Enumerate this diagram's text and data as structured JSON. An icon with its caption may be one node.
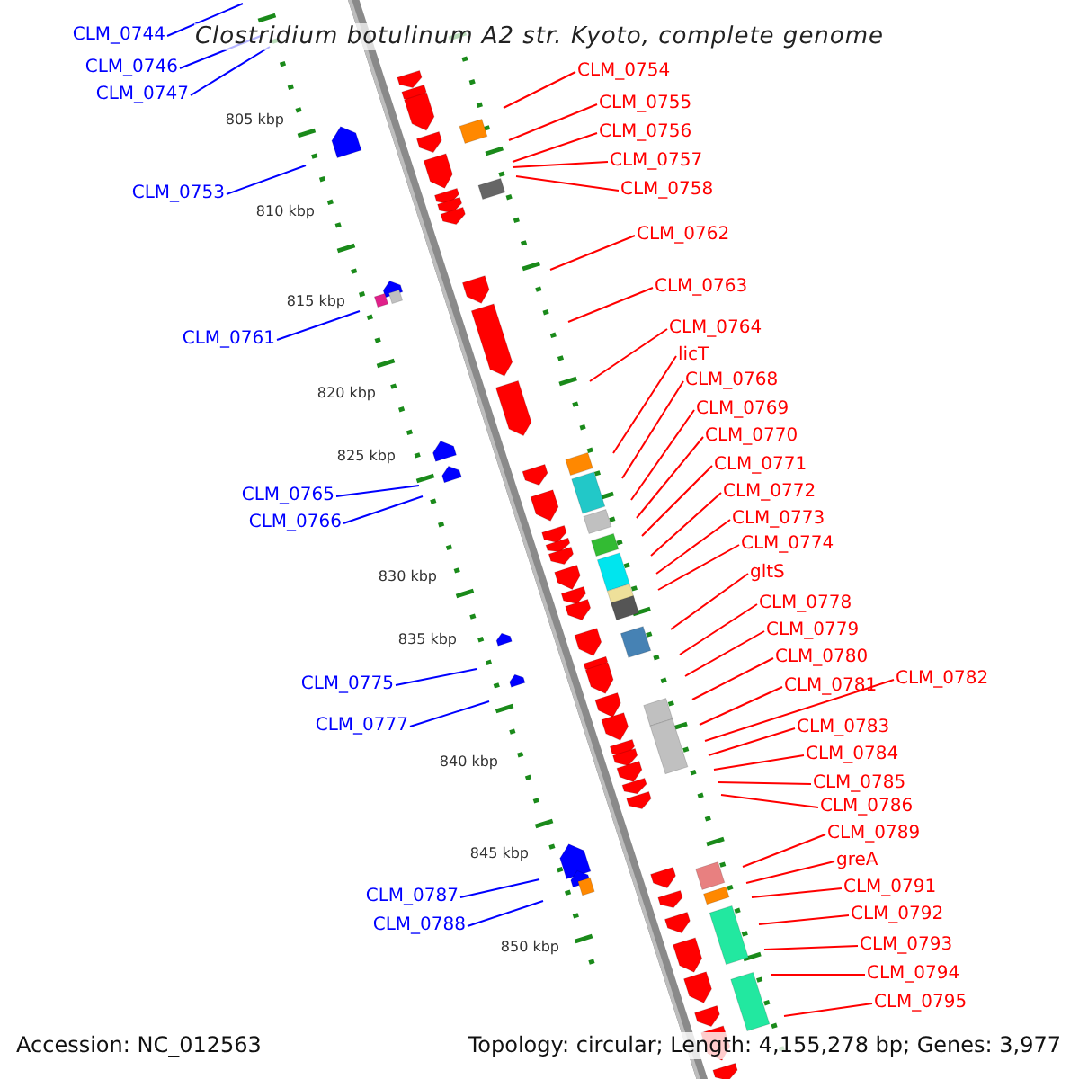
{
  "diagram": {
    "title": "Clostridium botulinum A2 str. Kyoto, complete genome",
    "nodes": [
      {
        "text": [
          "CLM_0744"
        ]
      },
      {
        "text": [
          "CLM_0746"
        ]
      },
      {
        "text": [
          "CLM_0747"
        ]
      },
      {
        "text": [
          "CLM_0753"
        ]
      },
      {
        "text": [
          "CLM_0761"
        ]
      },
      {
        "text": [
          "CLM_0765"
        ]
      },
      {
        "text": [
          "CLM_0766"
        ]
      },
      {
        "text": [
          "CLM_0775"
        ]
      },
      {
        "text": [
          "CLM_0777"
        ]
      },
      {
        "text": [
          "CLM_0787"
        ]
      },
      {
        "text": [
          "CLM_0788"
        ]
      },
      {
        "text": [
          "CLM_0754"
        ]
      },
      {
        "text": [
          "CLM_0755"
        ]
      },
      {
        "text": [
          "CLM_0756"
        ]
      },
      {
        "text": [
          "CLM_0757"
        ]
      },
      {
        "text": [
          "CLM_0758"
        ]
      },
      {
        "text": [
          "CLM_0762"
        ]
      },
      {
        "text": [
          "CLM_0763"
        ]
      },
      {
        "text": [
          "CLM_0764"
        ]
      },
      {
        "text": [
          "licT"
        ]
      },
      {
        "text": [
          "CLM_0768"
        ]
      },
      {
        "text": [
          "CLM_0769"
        ]
      },
      {
        "text": [
          "CLM_0770"
        ]
      },
      {
        "text": [
          "CLM_0771"
        ]
      },
      {
        "text": [
          "CLM_0772"
        ]
      },
      {
        "text": [
          "CLM_0773"
        ]
      },
      {
        "text": [
          "CLM_0774"
        ]
      },
      {
        "text": [
          "gltS"
        ]
      },
      {
        "text": [
          "CLM_0778"
        ]
      },
      {
        "text": [
          "CLM_0779"
        ]
      },
      {
        "text": [
          "CLM_0780"
        ]
      },
      {
        "text": [
          "CLM_0781"
        ]
      },
      {
        "text": [
          "CLM_0782"
        ]
      },
      {
        "text": [
          "CLM_0783"
        ]
      },
      {
        "text": [
          "CLM_0784"
        ]
      },
      {
        "text": [
          "CLM_0785"
        ]
      },
      {
        "text": [
          "CLM_0786"
        ]
      },
      {
        "text": [
          "CLM_0789"
        ]
      },
      {
        "text": [
          "greA"
        ]
      },
      {
        "text": [
          "CLM_0791"
        ]
      },
      {
        "text": [
          "CLM_0792"
        ]
      },
      {
        "text": [
          "CLM_0793"
        ]
      },
      {
        "text": [
          "CLM_0794"
        ]
      },
      {
        "text": [
          "CLM_0795"
        ]
      }
    ],
    "edges": [
      {
        "from": 0,
        "to": null,
        "arrow": "none",
        "color": "#0000ff"
      },
      {
        "from": 1,
        "to": null,
        "arrow": "none",
        "color": "#0000ff"
      },
      {
        "from": 2,
        "to": null,
        "arrow": "none",
        "color": "#0000ff"
      },
      {
        "from": 3,
        "to": null,
        "arrow": "none",
        "color": "#0000ff"
      },
      {
        "from": 4,
        "to": null,
        "arrow": "none",
        "color": "#0000ff"
      },
      {
        "from": 5,
        "to": null,
        "arrow": "none",
        "color": "#0000ff"
      },
      {
        "from": 6,
        "to": null,
        "arrow": "none",
        "color": "#0000ff"
      },
      {
        "from": 7,
        "to": null,
        "arrow": "none",
        "color": "#0000ff"
      },
      {
        "from": 8,
        "to": null,
        "arrow": "none",
        "color": "#0000ff"
      },
      {
        "from": 9,
        "to": null,
        "arrow": "none",
        "color": "#0000ff"
      },
      {
        "from": 10,
        "to": null,
        "arrow": "none",
        "color": "#0000ff"
      },
      {
        "from": 11,
        "to": null,
        "arrow": "none"
      },
      {
        "from": 12,
        "to": null,
        "arrow": "none"
      },
      {
        "from": 13,
        "to": null,
        "arrow": "none"
      },
      {
        "from": 14,
        "to": null,
        "arrow": "none"
      },
      {
        "from": 15,
        "to": null,
        "arrow": "none"
      },
      {
        "from": 16,
        "to": null,
        "arrow": "none"
      },
      {
        "from": 17,
        "to": null,
        "arrow": "none"
      },
      {
        "from": 18,
        "to": null,
        "arrow": "none"
      },
      {
        "from": 19,
        "to": null,
        "arrow": "none"
      },
      {
        "from": 20,
        "to": null,
        "arrow": "none"
      },
      {
        "from": 21,
        "to": null,
        "arrow": "none"
      },
      {
        "from": 22,
        "to": null,
        "arrow": "none"
      },
      {
        "from": 23,
        "to": null,
        "arrow": "none"
      },
      {
        "from": 24,
        "to": null,
        "arrow": "none"
      },
      {
        "from": 25,
        "to": null,
        "arrow": "none"
      },
      {
        "from": 26,
        "to": null,
        "arrow": "none"
      },
      {
        "from": 27,
        "to": null,
        "arrow": "none"
      },
      {
        "from": 28,
        "to": null,
        "arrow": "none"
      },
      {
        "from": 29,
        "to": null,
        "arrow": "none"
      },
      {
        "from": 30,
        "to": null,
        "arrow": "none"
      },
      {
        "from": 31,
        "to": null,
        "arrow": "none"
      },
      {
        "from": 32,
        "to": null,
        "arrow": "none"
      },
      {
        "from": 33,
        "to": null,
        "arrow": "none"
      },
      {
        "from": 34,
        "to": null,
        "arrow": "none"
      },
      {
        "from": 35,
        "to": null,
        "arrow": "none"
      },
      {
        "from": 36,
        "to": null,
        "arrow": "none"
      },
      {
        "from": 37,
        "to": null,
        "arrow": "none"
      },
      {
        "from": 38,
        "to": null,
        "arrow": "none"
      },
      {
        "from": 39,
        "to": null,
        "arrow": "none"
      },
      {
        "from": 40,
        "to": null,
        "arrow": "none"
      },
      {
        "from": 41,
        "to": null,
        "arrow": "none"
      },
      {
        "from": 42,
        "to": null,
        "arrow": "none"
      },
      {
        "from": 43,
        "to": null,
        "arrow": "none"
      }
    ],
    "labels": [
      "805 kbp",
      "810 kbp",
      "815 kbp",
      "820 kbp",
      "825 kbp",
      "830 kbp",
      "835 kbp",
      "840 kbp",
      "845 kbp",
      "850 kbp",
      "Accession: NC_012563",
      "Topology: circular; Length: 4,155,278 bp; Genes: 3,977"
    ]
  }
}
